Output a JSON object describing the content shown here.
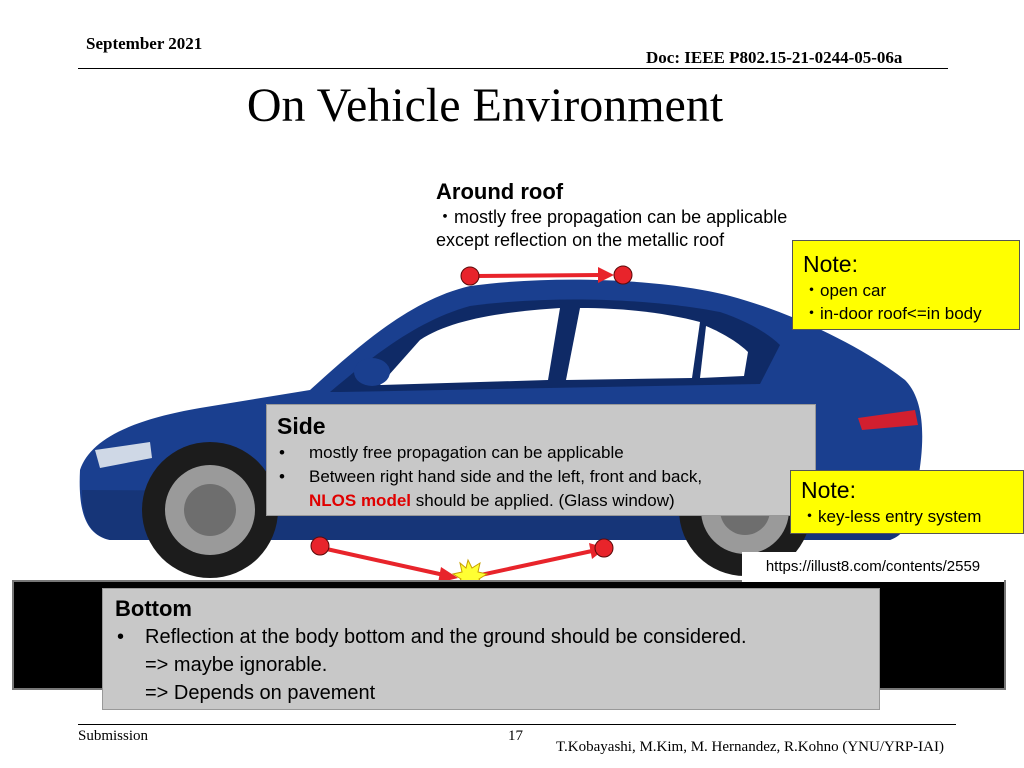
{
  "header": {
    "date": "September 2021",
    "doc": "Doc: IEEE P802.15-21-0244-05-06a"
  },
  "slide": {
    "title": "On Vehicle Environment"
  },
  "roof": {
    "heading": "Around roof",
    "line1": "・mostly free propagation can be applicable",
    "line2": "except reflection on the metallic roof"
  },
  "note1": {
    "heading": "Note:",
    "line1": "・open car",
    "line2": "・in-door roof<=in body"
  },
  "side": {
    "heading": "Side",
    "bullet1": "mostly free propagation can be applicable",
    "bullet2": "Between right hand side and the left, front and back,",
    "bullet2_red": "NLOS model",
    "bullet2_rest": " should be applied. (Glass window)"
  },
  "note2": {
    "heading": "Note:",
    "line1": "・key-less entry system"
  },
  "credit": {
    "url": "https://illust8.com/contents/2559"
  },
  "bottom": {
    "heading": "Bottom",
    "bullet1": "Reflection at the body bottom and the ground should be considered.",
    "line2": "=> maybe ignorable.",
    "line3": "=> Depends on pavement"
  },
  "footer": {
    "submission": "Submission",
    "page": "17",
    "authors": "T.Kobayashi, M.Kim, M. Hernandez, R.Kohno (YNU/YRP-IAI)"
  },
  "colors": {
    "car_body": "#1a3f8f",
    "note_bg": "#ffff00",
    "box_gray": "#c8c8c8",
    "arrow_red": "#e8242b",
    "nlos_red": "#e00000"
  }
}
